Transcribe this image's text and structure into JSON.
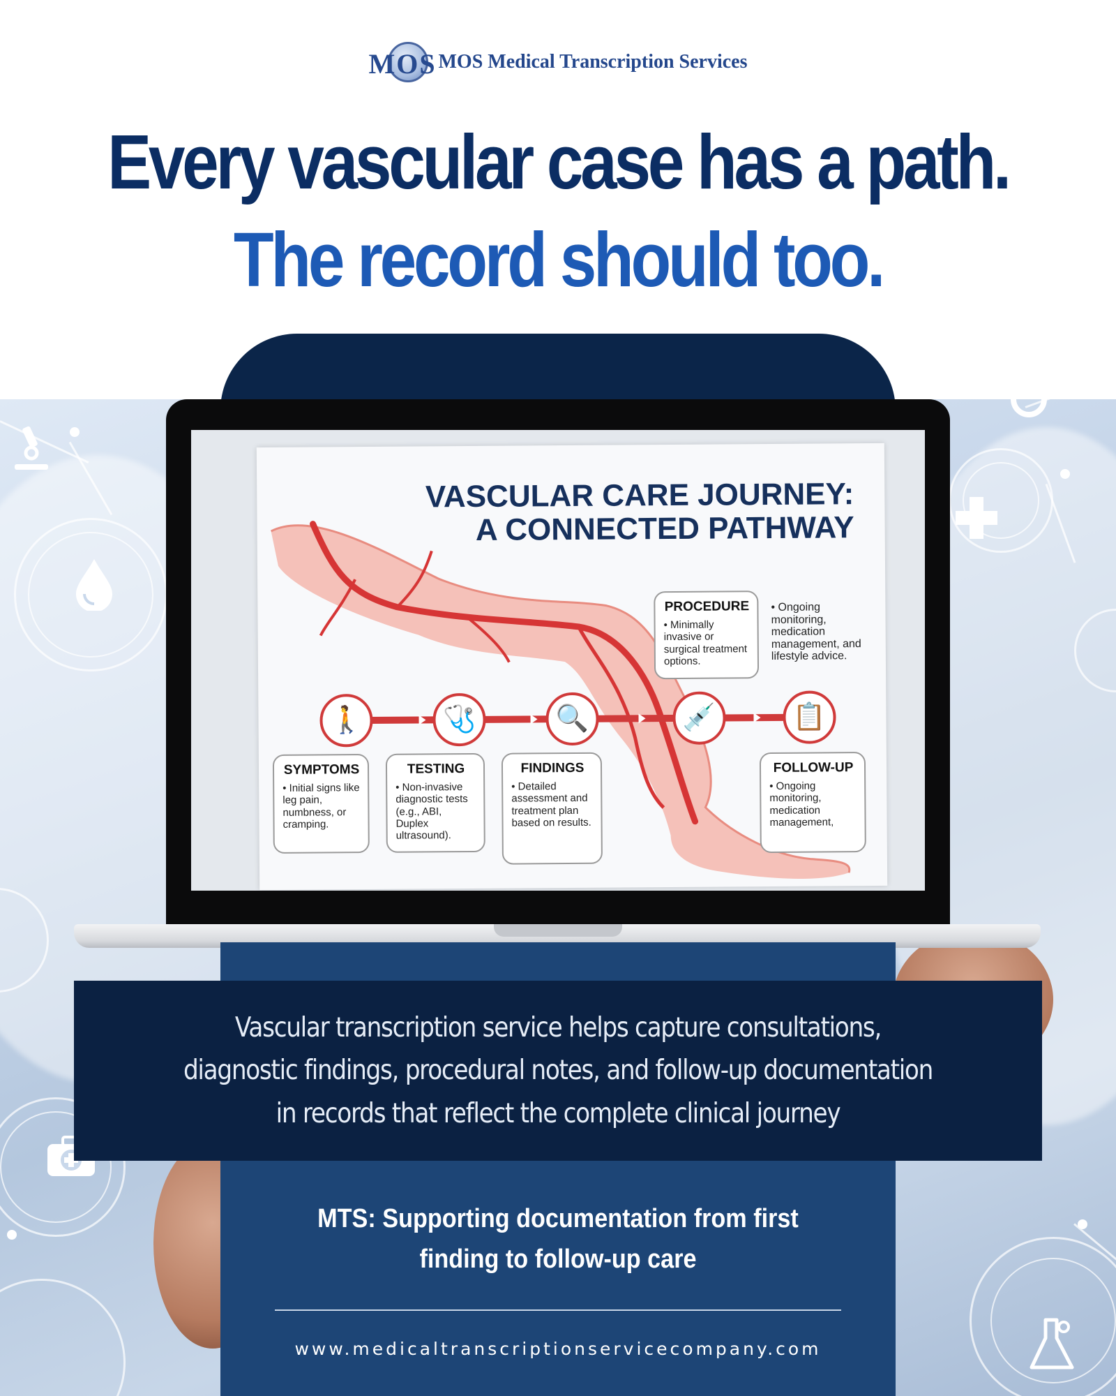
{
  "header": {
    "logo_mark": "MOS",
    "logo_text": "MOS Medical Transcription Services",
    "headline_line1": "Every vascular case has a path.",
    "headline_line2": "The record should too."
  },
  "poster": {
    "title_line1": "VASCULAR CARE JOURNEY:",
    "title_line2": "A CONNECTED PATHWAY",
    "steps": [
      {
        "title": "SYMPTOMS",
        "desc": "• Initial signs like leg pain, numbness, or cramping.",
        "icon": "walking-person-icon"
      },
      {
        "title": "TESTING",
        "desc": "• Non-invasive diagnostic tests (e.g., ABI, Duplex ultrasound).",
        "icon": "ultrasound-icon"
      },
      {
        "title": "FINDINGS",
        "desc": "• Detailed assessment and treatment plan based on results.",
        "icon": "magnifier-icon"
      },
      {
        "title": "PROCEDURE",
        "desc": "• Minimally invasive or surgical treatment options.",
        "icon": "catheter-icon"
      },
      {
        "title": "FOLLOW-UP",
        "desc": "• Ongoing monitoring, medication management,",
        "icon": "doctor-clipboard-icon"
      }
    ],
    "extra_note": "• Ongoing monitoring, medication management, and lifestyle advice."
  },
  "description": "Vascular transcription service helps capture consultations, diagnostic findings, procedural notes, and follow-up documentation in records that reflect the complete clinical journey",
  "tagline_line1": "MTS: Supporting documentation from first",
  "tagline_line2": "finding to follow-up care",
  "url": "www.medicaltranscriptionservicecompany.com",
  "colors": {
    "navy": "#0b2d63",
    "blue": "#1d5ab5",
    "panel_dark": "#0b2142",
    "panel_mid": "#1d4576",
    "vessel_red": "#d03a3a"
  },
  "background_icons": [
    "microscope-icon",
    "drop-icon",
    "medical-cross-icon",
    "first-aid-kit-icon",
    "flask-icon",
    "stethoscope-icon"
  ]
}
